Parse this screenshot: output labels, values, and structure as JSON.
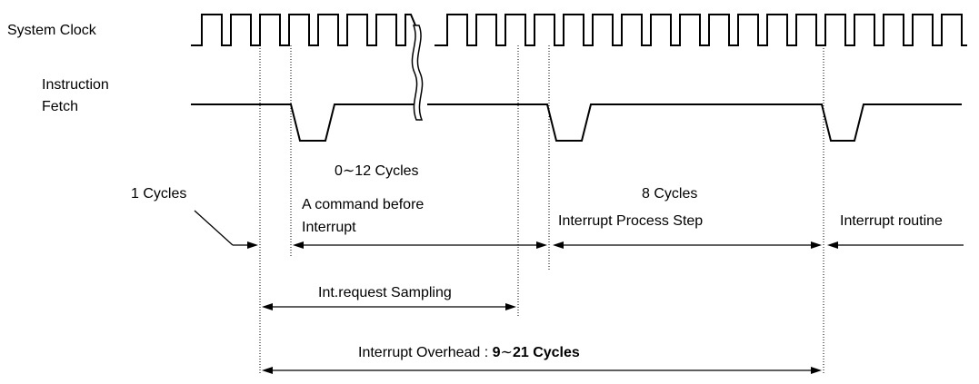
{
  "signals": {
    "clock": "System Clock",
    "fetch_line1": "Instruction",
    "fetch_line2": "Fetch"
  },
  "annotations": {
    "one_cycle": "1 Cycles",
    "command_cycles": "0∼12 Cycles",
    "command_line1": "A command before",
    "command_line2": "Interrupt",
    "process_cycles": "8 Cycles",
    "process_label": "Interrupt Process Step",
    "routine": "Interrupt routine",
    "sampling": "Int.request Sampling",
    "overhead_prefix": "Interrupt Overhead : ",
    "overhead_min": "9",
    "overhead_sep": "∼",
    "overhead_max": "21 Cycles"
  }
}
